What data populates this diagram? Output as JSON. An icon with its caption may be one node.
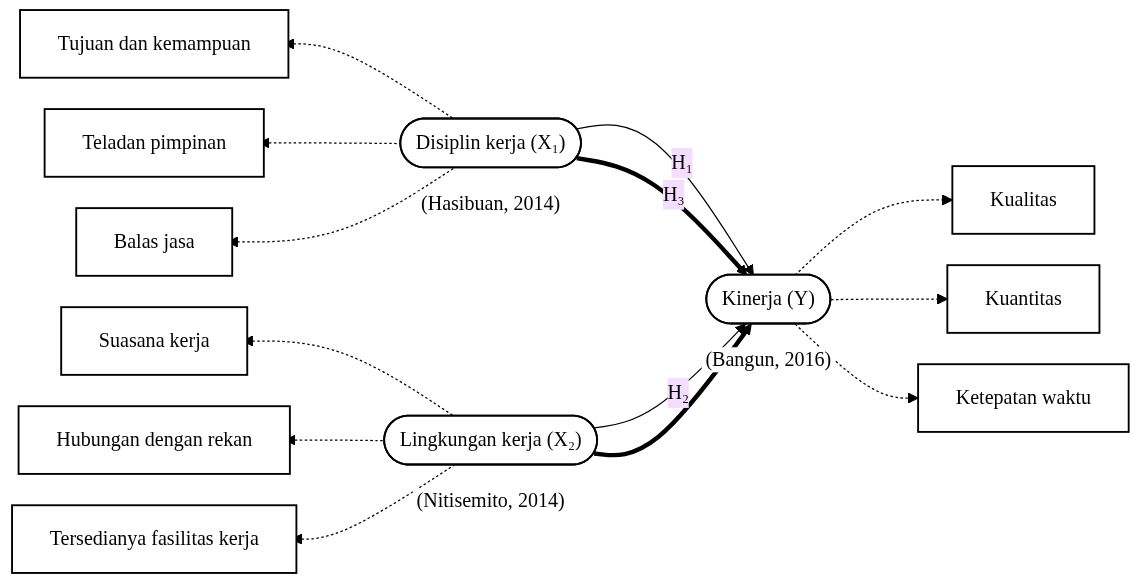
{
  "diagram": {
    "nodes": [
      {
        "text": [
          "Tujuan dan kemampuan"
        ]
      },
      {
        "text": [
          "Teladan pimpinan"
        ]
      },
      {
        "text": [
          "Balas jasa"
        ]
      },
      {
        "text": [
          "Disiplin kerja (X₁)"
        ],
        "beside": [
          "(Hasibuan, 2014)"
        ]
      },
      {
        "text": [
          "Suasana kerja"
        ]
      },
      {
        "text": [
          "Hubungan dengan rekan"
        ]
      },
      {
        "text": [
          "Tersedianya fasilitas kerja"
        ]
      },
      {
        "text": [
          "Lingkungan kerja (X₂)"
        ],
        "beside": [
          "(Nitisemito, 2014)"
        ]
      },
      {
        "text": [
          "Kinerja (Y)"
        ],
        "beside": [
          "(Bangun, 2016)"
        ]
      },
      {
        "text": [
          "Kualitas"
        ]
      },
      {
        "text": [
          "Kuantitas"
        ]
      },
      {
        "text": [
          "Ketepatan waktu"
        ]
      }
    ],
    "edges": [
      {
        "from": 3,
        "to": 0,
        "arrow": "to",
        "style": "dashed"
      },
      {
        "from": 3,
        "to": 1,
        "arrow": "to",
        "style": "dashed"
      },
      {
        "from": 3,
        "to": 2,
        "arrow": "to",
        "style": "dashed"
      },
      {
        "from": 7,
        "to": 4,
        "arrow": "to",
        "style": "dashed"
      },
      {
        "from": 7,
        "to": 5,
        "arrow": "to",
        "style": "dashed"
      },
      {
        "from": 7,
        "to": 6,
        "arrow": "to",
        "style": "dashed"
      },
      {
        "from": 3,
        "to": 8,
        "arrow": "to",
        "label": "H₁"
      },
      {
        "from": 7,
        "to": 8,
        "arrow": "to",
        "label": "H₂"
      },
      {
        "from": 3,
        "to": 8,
        "arrow": "to",
        "style": "thick",
        "label": "H₃"
      },
      {
        "from": 7,
        "to": 8,
        "arrow": "to",
        "style": "thick"
      },
      {
        "from": 8,
        "to": 9,
        "arrow": "to",
        "style": "dashed"
      },
      {
        "from": 8,
        "to": 10,
        "arrow": "to",
        "style": "dashed"
      },
      {
        "from": 8,
        "to": 11,
        "arrow": "to",
        "style": "dashed"
      }
    ]
  }
}
